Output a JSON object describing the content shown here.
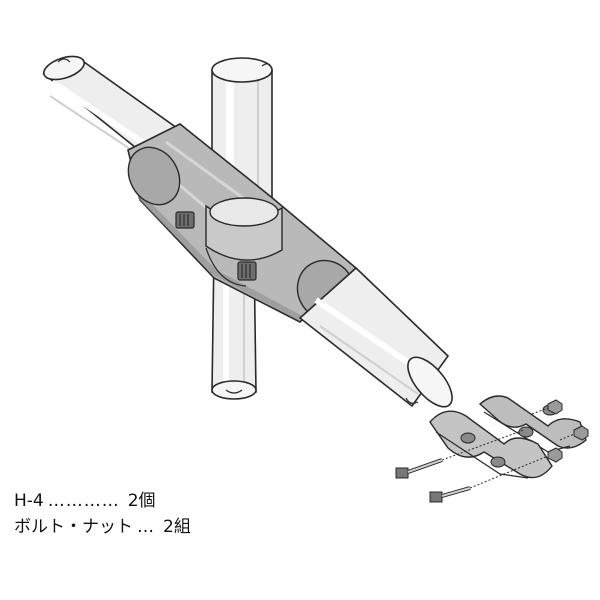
{
  "diagram": {
    "parts": [
      {
        "name": "H-4",
        "dots": "…………",
        "quantity": "2個"
      },
      {
        "name": "ボルト・ナット",
        "dots": "…",
        "quantity": "2組"
      }
    ],
    "colors": {
      "line": "#2a2a2a",
      "pipe_fill": "#eeeeee",
      "pipe_highlight": "#ffffff",
      "joint_fill": "#b9b9b9",
      "joint_shade": "#8e8e8e",
      "background": "#ffffff"
    }
  }
}
